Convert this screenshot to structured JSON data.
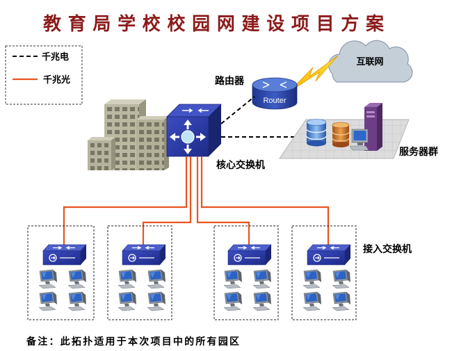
{
  "title": "教育局学校校园网建设项目方案",
  "legend": [
    {
      "label": "千兆电",
      "color": "#000000"
    },
    {
      "label": "千兆光",
      "color": "#E8531E"
    }
  ],
  "nodes": {
    "internet": {
      "label": "互联网",
      "icon": "cloud-icon"
    },
    "router": {
      "label": "路由器",
      "badge": "Router",
      "icon": "router-icon"
    },
    "core_switch": {
      "label": "核心交换机",
      "icon": "core-switch-icon"
    },
    "server_group": {
      "label": "服务器群",
      "icon": "server-rack-icon"
    },
    "campus": {
      "icon": "building-icon"
    },
    "access_switch": {
      "label": "接入交换机",
      "icon": "access-switch-icon",
      "count": 4
    },
    "terminal": {
      "icon": "computer-icon",
      "per_switch": 4
    }
  },
  "note": "备注：此拓扑适用于本次项目中的所有园区",
  "colors": {
    "title": "#8B1A1A",
    "fiber": "#E8531E",
    "copper": "#000000",
    "switch": "#2F3DA8",
    "cloud": "#C5CFD8"
  }
}
